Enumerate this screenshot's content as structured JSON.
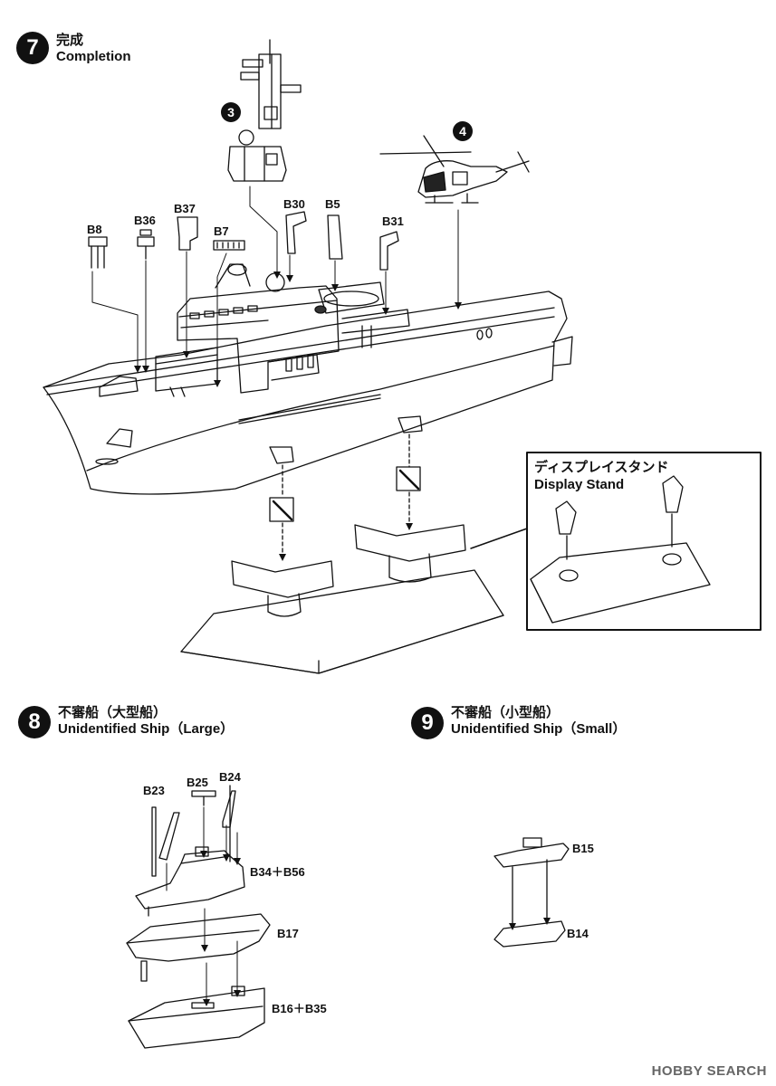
{
  "step7": {
    "number": "7",
    "title_ja": "完成",
    "title_en": "Completion"
  },
  "step8": {
    "number": "8",
    "title_ja": "不審船（大型船）",
    "title_en": "Unidentified Ship（Large）"
  },
  "step9": {
    "number": "9",
    "title_ja": "不審船（小型船）",
    "title_en": "Unidentified Ship（Small）"
  },
  "subassembly_refs": [
    "3",
    "4"
  ],
  "display_stand": {
    "title_ja": "ディスプレイスタンド",
    "title_en": "Display Stand"
  },
  "parts7": [
    "B8",
    "B36",
    "B37",
    "B7",
    "B30",
    "B5",
    "B31"
  ],
  "parts8": [
    "B23",
    "B25",
    "B24",
    "B34＋B56",
    "B17",
    "B16＋B35"
  ],
  "parts9": [
    "B15",
    "B14"
  ],
  "watermark": "HOBBY SEARCH"
}
